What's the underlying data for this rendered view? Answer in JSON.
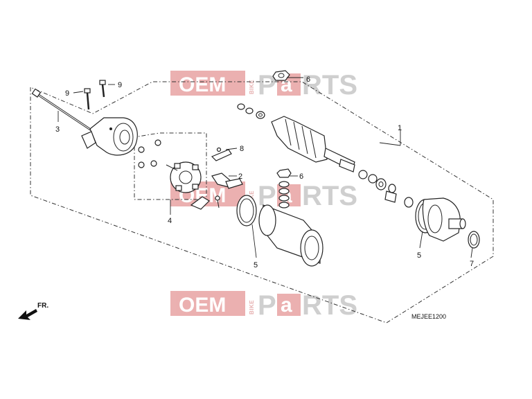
{
  "diagram": {
    "diagram_code": "MEJEE1200",
    "direction_label": "FR.",
    "callouts": {
      "c1": "1",
      "c2": "2",
      "c3": "3",
      "c4": "4",
      "c5a": "5",
      "c5b": "5",
      "c6a": "6",
      "c6b": "6",
      "c7": "7",
      "c8": "8",
      "c9a": "9",
      "c9b": "9"
    }
  },
  "watermark": {
    "oem": "OEM",
    "bike": "BIKE",
    "p": "P",
    "a": "a",
    "rts": "RTS"
  },
  "colors": {
    "watermark_red": "#e8a3a3",
    "watermark_gray": "#c7c7c7",
    "line": "#222222"
  }
}
